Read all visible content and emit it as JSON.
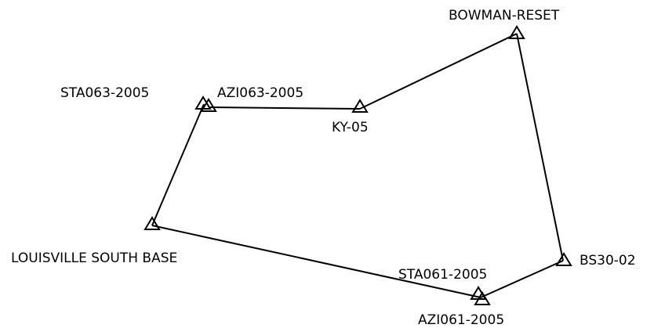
{
  "stations": {
    "bowman_reset": "BOWMAN-RESET",
    "sta063_2005": "STA063-2005",
    "azi063_2005": "AZI063-2005",
    "ky_05": "KY-05",
    "louisville_south_base": "LOUISVILLE SOUTH BASE",
    "sta061_2005": "STA061-2005",
    "bs30_02": "BS30-02",
    "azi061_2005": "AZI061-2005"
  },
  "colors": {
    "line": "#000000",
    "background": "#ffffff"
  },
  "marker_icon": "triangle-icon"
}
